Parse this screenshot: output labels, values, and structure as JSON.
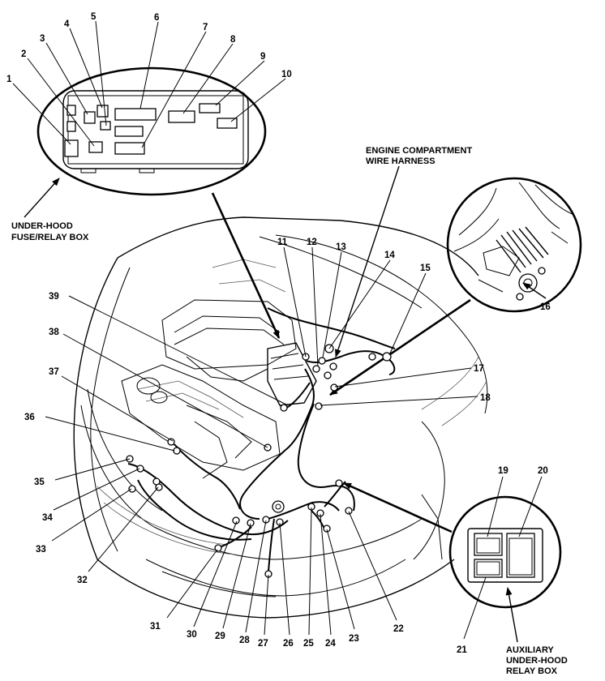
{
  "labels": {
    "fuse_box": [
      "UNDER-HOOD",
      "FUSE/RELAY BOX"
    ],
    "harness": [
      "ENGINE COMPARTMENT",
      "WIRE HARNESS"
    ],
    "aux_box": [
      "AUXILIARY",
      "UNDER-HOOD",
      "RELAY BOX"
    ]
  },
  "numbers": [
    "1",
    "2",
    "3",
    "4",
    "5",
    "6",
    "7",
    "8",
    "9",
    "10",
    "11",
    "12",
    "13",
    "14",
    "15",
    "16",
    "17",
    "18",
    "19",
    "20",
    "21",
    "22",
    "23",
    "24",
    "25",
    "26",
    "27",
    "28",
    "29",
    "30",
    "31",
    "32",
    "33",
    "34",
    "35",
    "36",
    "37",
    "38",
    "39"
  ]
}
